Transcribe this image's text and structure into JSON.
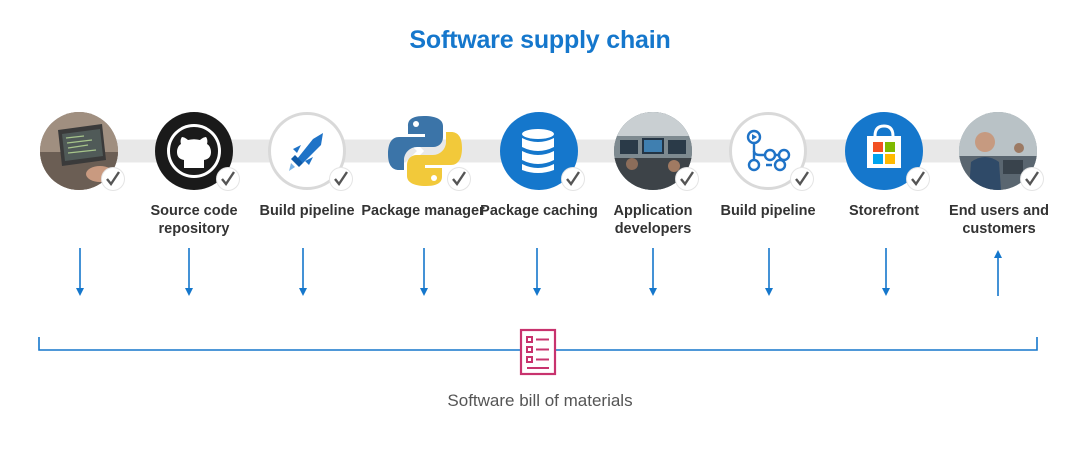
{
  "title": "Software supply chain",
  "stages": [
    {
      "label": "",
      "icon": "developer-laptop-photo"
    },
    {
      "label": "Source code repository",
      "icon": "github-icon"
    },
    {
      "label": "Build pipeline",
      "icon": "azure-pipelines-icon"
    },
    {
      "label": "Package manager",
      "icon": "python-icon"
    },
    {
      "label": "Package caching",
      "icon": "database-icon"
    },
    {
      "label": "Application developers",
      "icon": "developers-photo"
    },
    {
      "label": "Build pipeline",
      "icon": "github-actions-icon"
    },
    {
      "label": "Storefront",
      "icon": "microsoft-store-icon"
    },
    {
      "label": "End users and customers",
      "icon": "end-users-photo"
    }
  ],
  "bom": {
    "label": "Software bill of materials",
    "icon": "checklist-icon"
  },
  "colors": {
    "accent": "#1577cc",
    "bom_icon": "#c8336e",
    "band": "#e6e6e6"
  }
}
